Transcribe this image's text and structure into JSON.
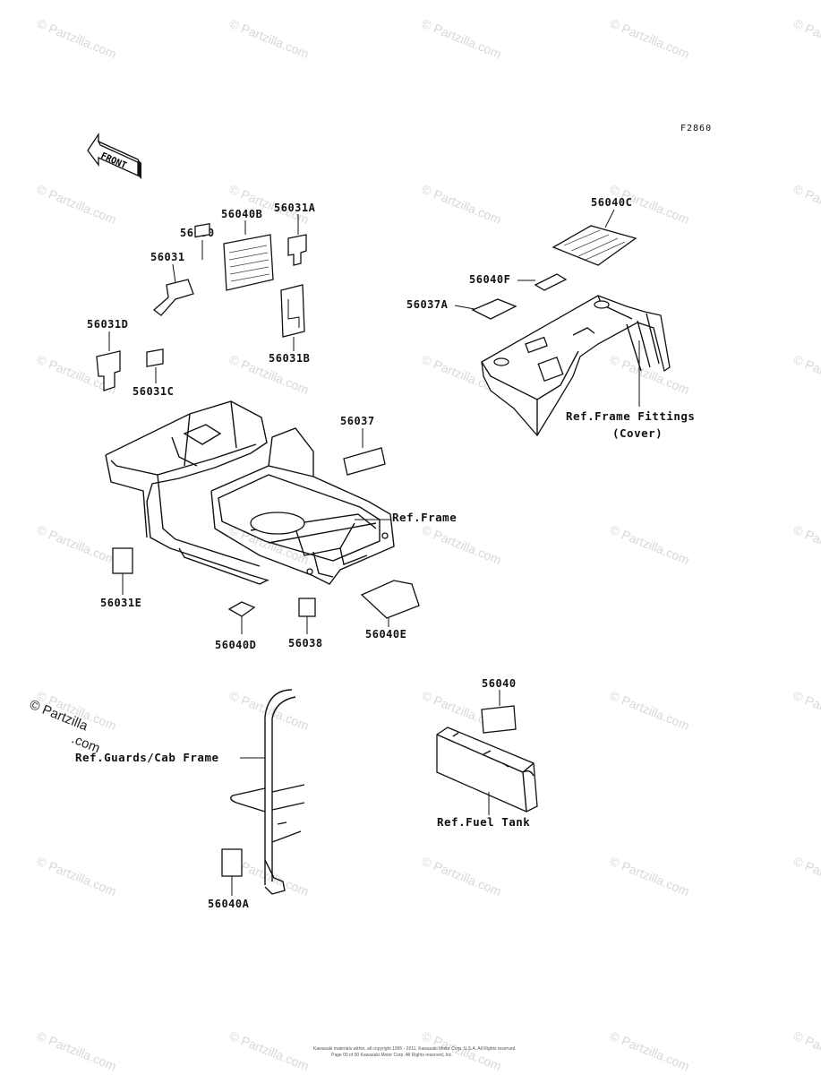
{
  "figure_code": "F2860",
  "front_arrow_label": "FRONT",
  "watermark": {
    "text": "© Partzilla.com",
    "line1": "© Partzilla",
    "line2": ".com"
  },
  "parts": {
    "p56040B": "56040B",
    "p56031A": "56031A",
    "p56030": "56030",
    "p56031": "56031",
    "p56031D": "56031D",
    "p56031C": "56031C",
    "p56031B": "56031B",
    "p56040C": "56040C",
    "p56040F": "56040F",
    "p56037A": "56037A",
    "p56037": "56037",
    "p56031E": "56031E",
    "p56040D": "56040D",
    "p56038": "56038",
    "p56040E": "56040E",
    "p56040": "56040",
    "p56040A": "56040A"
  },
  "refs": {
    "frame_fittings_line1": "Ref.Frame Fittings",
    "frame_fittings_line2": "(Cover)",
    "frame": "Ref.Frame",
    "guards": "Ref.Guards/Cab Frame",
    "fuel_tank": "Ref.Fuel Tank"
  },
  "footer": {
    "line1": "Kawasaki materials within, all copyright 1995 - 2011, Kawasaki Motor Corp. U.S.A. All Rights reserved.",
    "line2": "Page 00 of 00 Kawasaki Motor Corp. All Rights reserved, Inc."
  }
}
